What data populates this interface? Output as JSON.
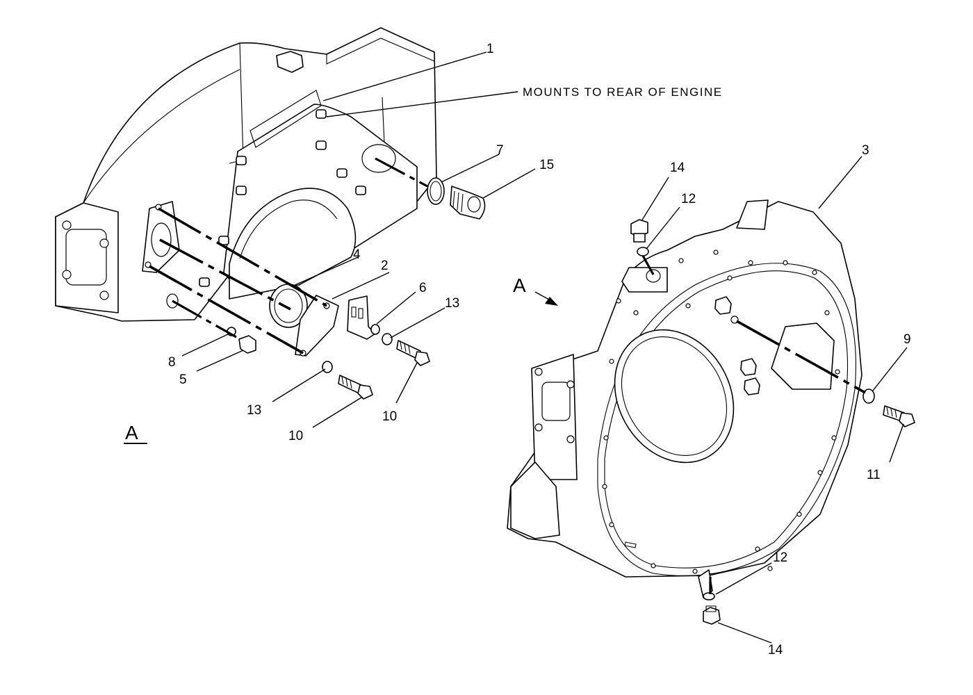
{
  "note": "MOUNTS TO REAR OF ENGINE",
  "view_marker": "A",
  "view_label": "A",
  "callouts": {
    "c1": "1",
    "c2": "2",
    "c3": "3",
    "c4": "4",
    "c5": "5",
    "c6": "6",
    "c7": "7",
    "c8": "8",
    "c9": "9",
    "c10a": "10",
    "c10b": "10",
    "c11": "11",
    "c12a": "12",
    "c12b": "12",
    "c13a": "13",
    "c13b": "13",
    "c14a": "14",
    "c14b": "14",
    "c15": "15"
  }
}
